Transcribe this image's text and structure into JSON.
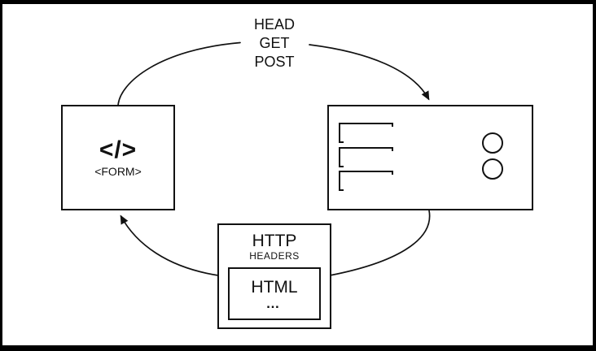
{
  "request": {
    "methods": [
      "HEAD",
      "GET",
      "POST"
    ]
  },
  "client": {
    "code_glyph": "</>",
    "form_label": "<FORM>"
  },
  "response": {
    "protocol": "HTTP",
    "headers_label": "HEADERS",
    "payload": {
      "title": "HTML",
      "ellipsis": "…"
    }
  },
  "icons": {
    "server": "server-rack-icon",
    "arrows": [
      "request-arrow-down",
      "response-arrow-up"
    ]
  },
  "colors": {
    "ink": "#111111",
    "bg": "#ffffff",
    "frame": "#000000"
  }
}
